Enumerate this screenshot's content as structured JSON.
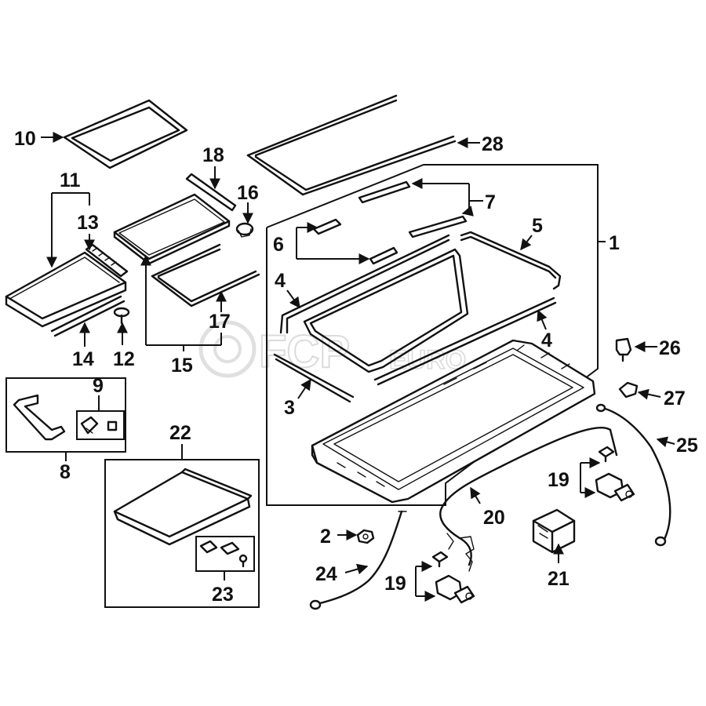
{
  "watermark": {
    "brand": "FCP",
    "suffix": "EURO"
  },
  "callouts": {
    "c1": "1",
    "c2": "2",
    "c3": "3",
    "c4a": "4",
    "c4b": "4",
    "c5": "5",
    "c6": "6",
    "c7": "7",
    "c8": "8",
    "c9": "9",
    "c10": "10",
    "c11": "11",
    "c12": "12",
    "c13": "13",
    "c14": "14",
    "c15": "15",
    "c16": "16",
    "c17": "17",
    "c18": "18",
    "c19a": "19",
    "c19b": "19",
    "c20": "20",
    "c21": "21",
    "c22": "22",
    "c23": "23",
    "c24": "24",
    "c25": "25",
    "c26": "26",
    "c27": "27",
    "c28": "28"
  }
}
